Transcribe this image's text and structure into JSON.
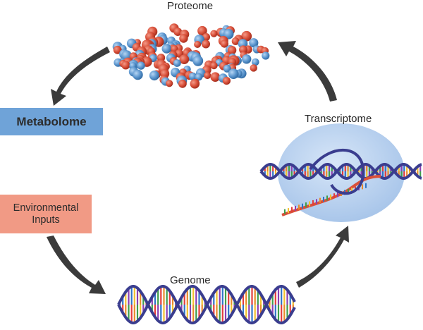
{
  "labels": {
    "proteome": "Proteome",
    "transcriptome": "Transcriptome",
    "genome": "Genome"
  },
  "boxes": {
    "metabolome": "Metabolome",
    "environmental_line1": "Environmental",
    "environmental_line2": "Inputs"
  },
  "colors": {
    "metabolome_box": "#6fa3d8",
    "environmental_box": "#f19a85",
    "protein_red": "#d9503a",
    "protein_blue": "#5d97cf",
    "transcriptome_ellipse": "#b7d0ee",
    "dna_backbone": "#3a3d8f",
    "arrow": "#3b3b3b"
  },
  "icons": [
    "curved-arrow-icon",
    "protein-cluster-icon",
    "dna-helix-icon",
    "rna-helix-icon"
  ]
}
